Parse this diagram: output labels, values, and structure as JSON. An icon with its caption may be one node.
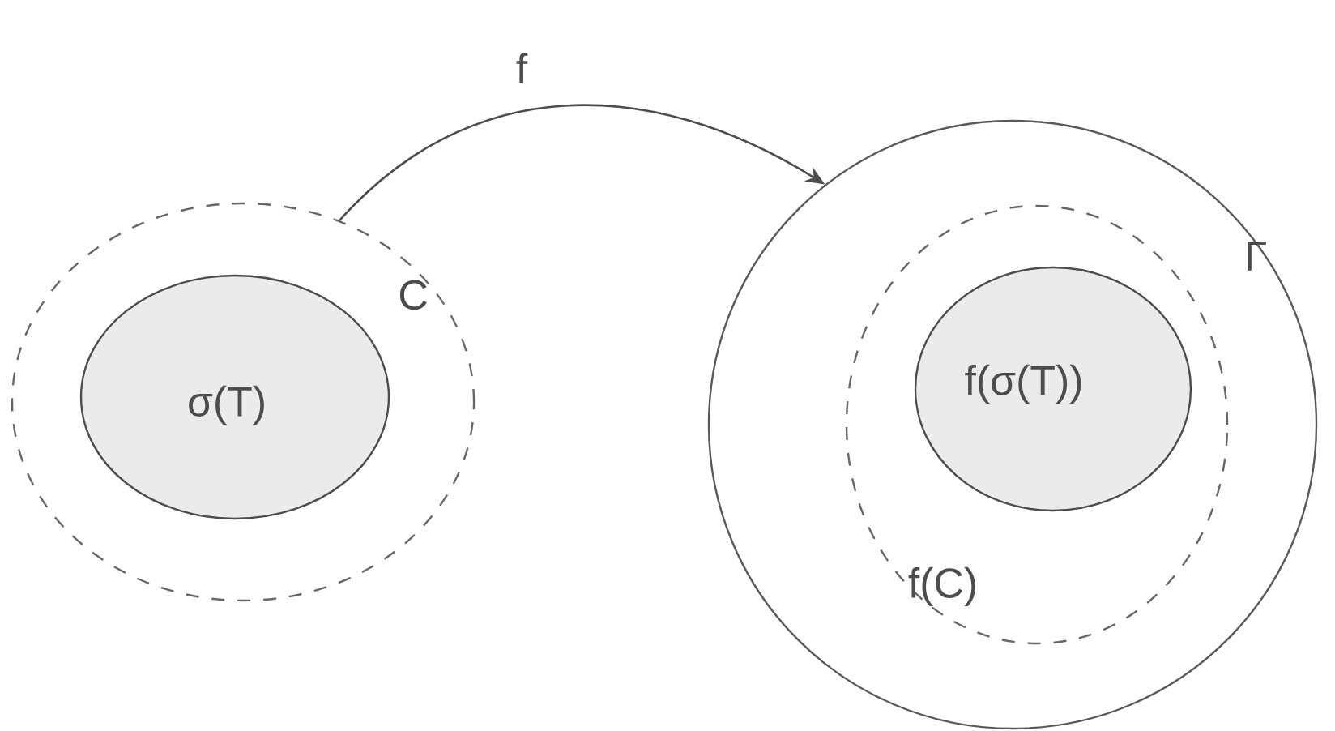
{
  "diagram": {
    "nodes": [
      {
        "text": [
          "C"
        ]
      },
      {
        "text": [
          "σ(T)"
        ],
        "in": 0
      },
      {
        "text": [
          "Γ"
        ]
      },
      {
        "text": [
          "f(C)"
        ],
        "in": 2
      },
      {
        "text": [
          "f(σ(T))"
        ],
        "in": 3
      }
    ],
    "edges": [
      {
        "from": 0,
        "to": 2,
        "arrow": "to",
        "label": "f"
      }
    ]
  }
}
